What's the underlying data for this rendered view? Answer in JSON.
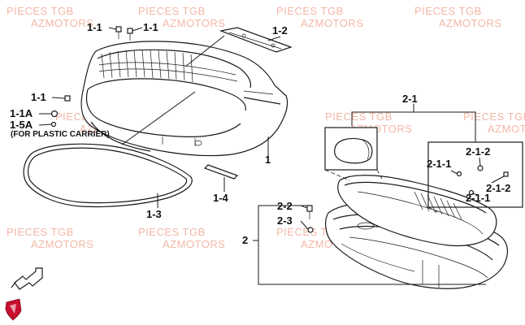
{
  "watermark": {
    "line1": "PIECES TGB",
    "line2": "AZMOTORS",
    "color": "#f4b7a6"
  },
  "labels": {
    "l_1_1_top_left": "1-1",
    "l_1_1_top_right": "1-1",
    "l_1_2": "1-2",
    "l_1_1_side": "1-1",
    "l_1_1A": "1-1A",
    "l_1_5A": "1-5A",
    "note_plastic_carrier": "(FOR PLASTIC CARRIER)",
    "l_1": "1",
    "l_1_3": "1-3",
    "l_1_4": "1-4",
    "l_2_1": "2-1",
    "l_2_1_2_top": "2-1-2",
    "l_2_1_1_top": "2-1-1",
    "l_2_1_2_bottom": "2-1-2",
    "l_2_1_1_bottom": "2-1-1",
    "l_2_2": "2-2",
    "l_2_3": "2-3",
    "l_2": "2"
  },
  "icons": {
    "logo": "tgb-shield-logo-icon",
    "arrow": "orientation-arrow-icon"
  },
  "colors": {
    "line": "#1a1a1a",
    "logo_red": "#c8102e"
  }
}
